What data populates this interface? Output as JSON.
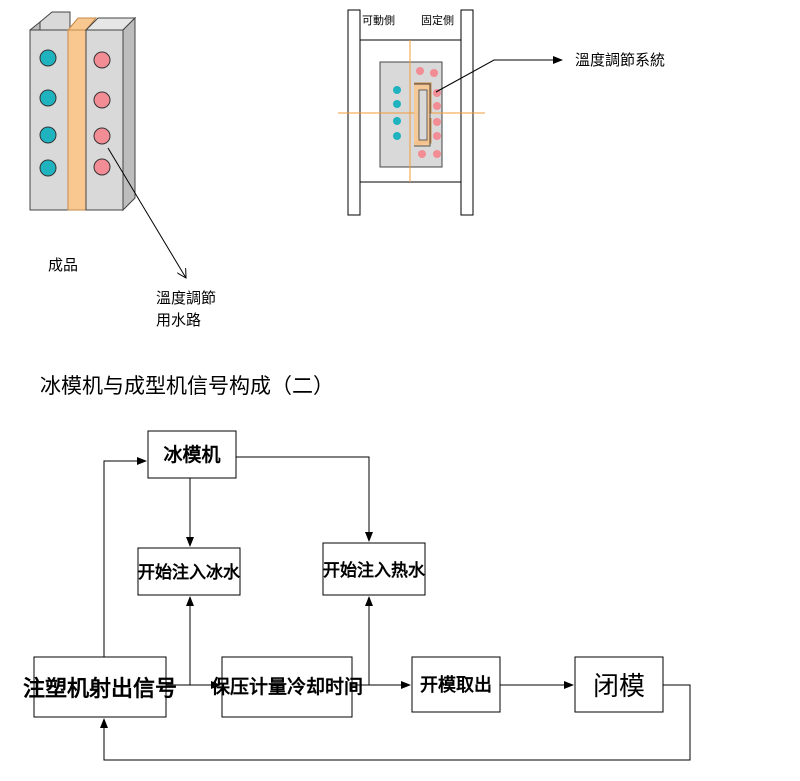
{
  "top_left": {
    "product_label": "成品",
    "water_channel_label_line1": "溫度調節",
    "water_channel_label_line2": "用水路"
  },
  "top_right": {
    "movable_side_label": "可動側",
    "fixed_side_label": "固定側",
    "temp_control_system_label": "溫度調節系統"
  },
  "section_title": "冰模机与成型机信号构成（二）",
  "flow": {
    "chiller": "冰模机",
    "start_cold_water": "开始注入冰水",
    "start_hot_water": "开始注入热水",
    "injection_signal": "注塑机射出信号",
    "hold_cool_time": "保压计量冷却时间",
    "open_mold_eject": "开模取出",
    "close_mold": "闭模"
  },
  "colors": {
    "cyan_dot": "#1fb3c0",
    "pink_dot": "#f28c95",
    "orange_strip": "#f9c891",
    "block_grey": "#d9d9d9",
    "orange_line": "#f59b3a"
  }
}
